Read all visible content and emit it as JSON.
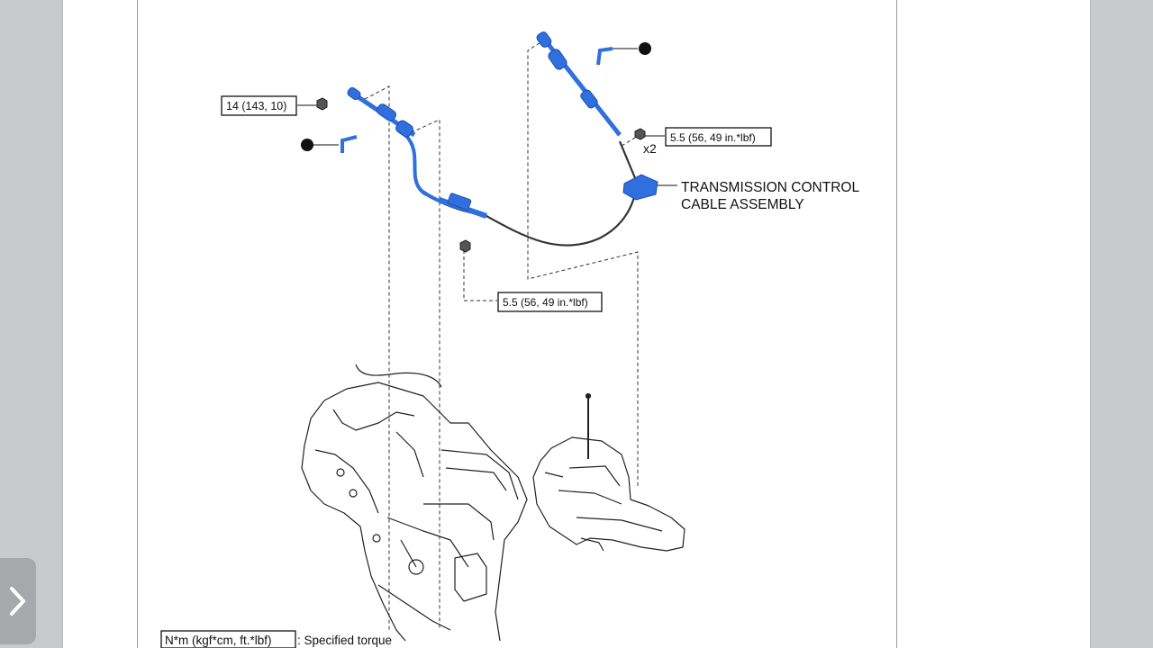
{
  "callouts": {
    "torque_top_left": "14 (143, 10)",
    "torque_right": "5.5 (56, 49 in.*lbf)",
    "torque_middle": "5.5 (56, 49 in.*lbf)",
    "qty": "x2",
    "assembly_line1": "TRANSMISSION CONTROL",
    "assembly_line2": "CABLE ASSEMBLY"
  },
  "legend": {
    "unit_box": "N*m (kgf*cm, ft.*lbf)",
    "unit_text": ": Specified torque"
  },
  "colors": {
    "part_highlight": "#2f6fe0",
    "line_art": "#222222",
    "page_background": "#ffffff",
    "viewer_background": "#c9cacd"
  },
  "icons": {
    "next_page": "chevron-right-icon",
    "non_reusable": "filled-circle-icon"
  }
}
